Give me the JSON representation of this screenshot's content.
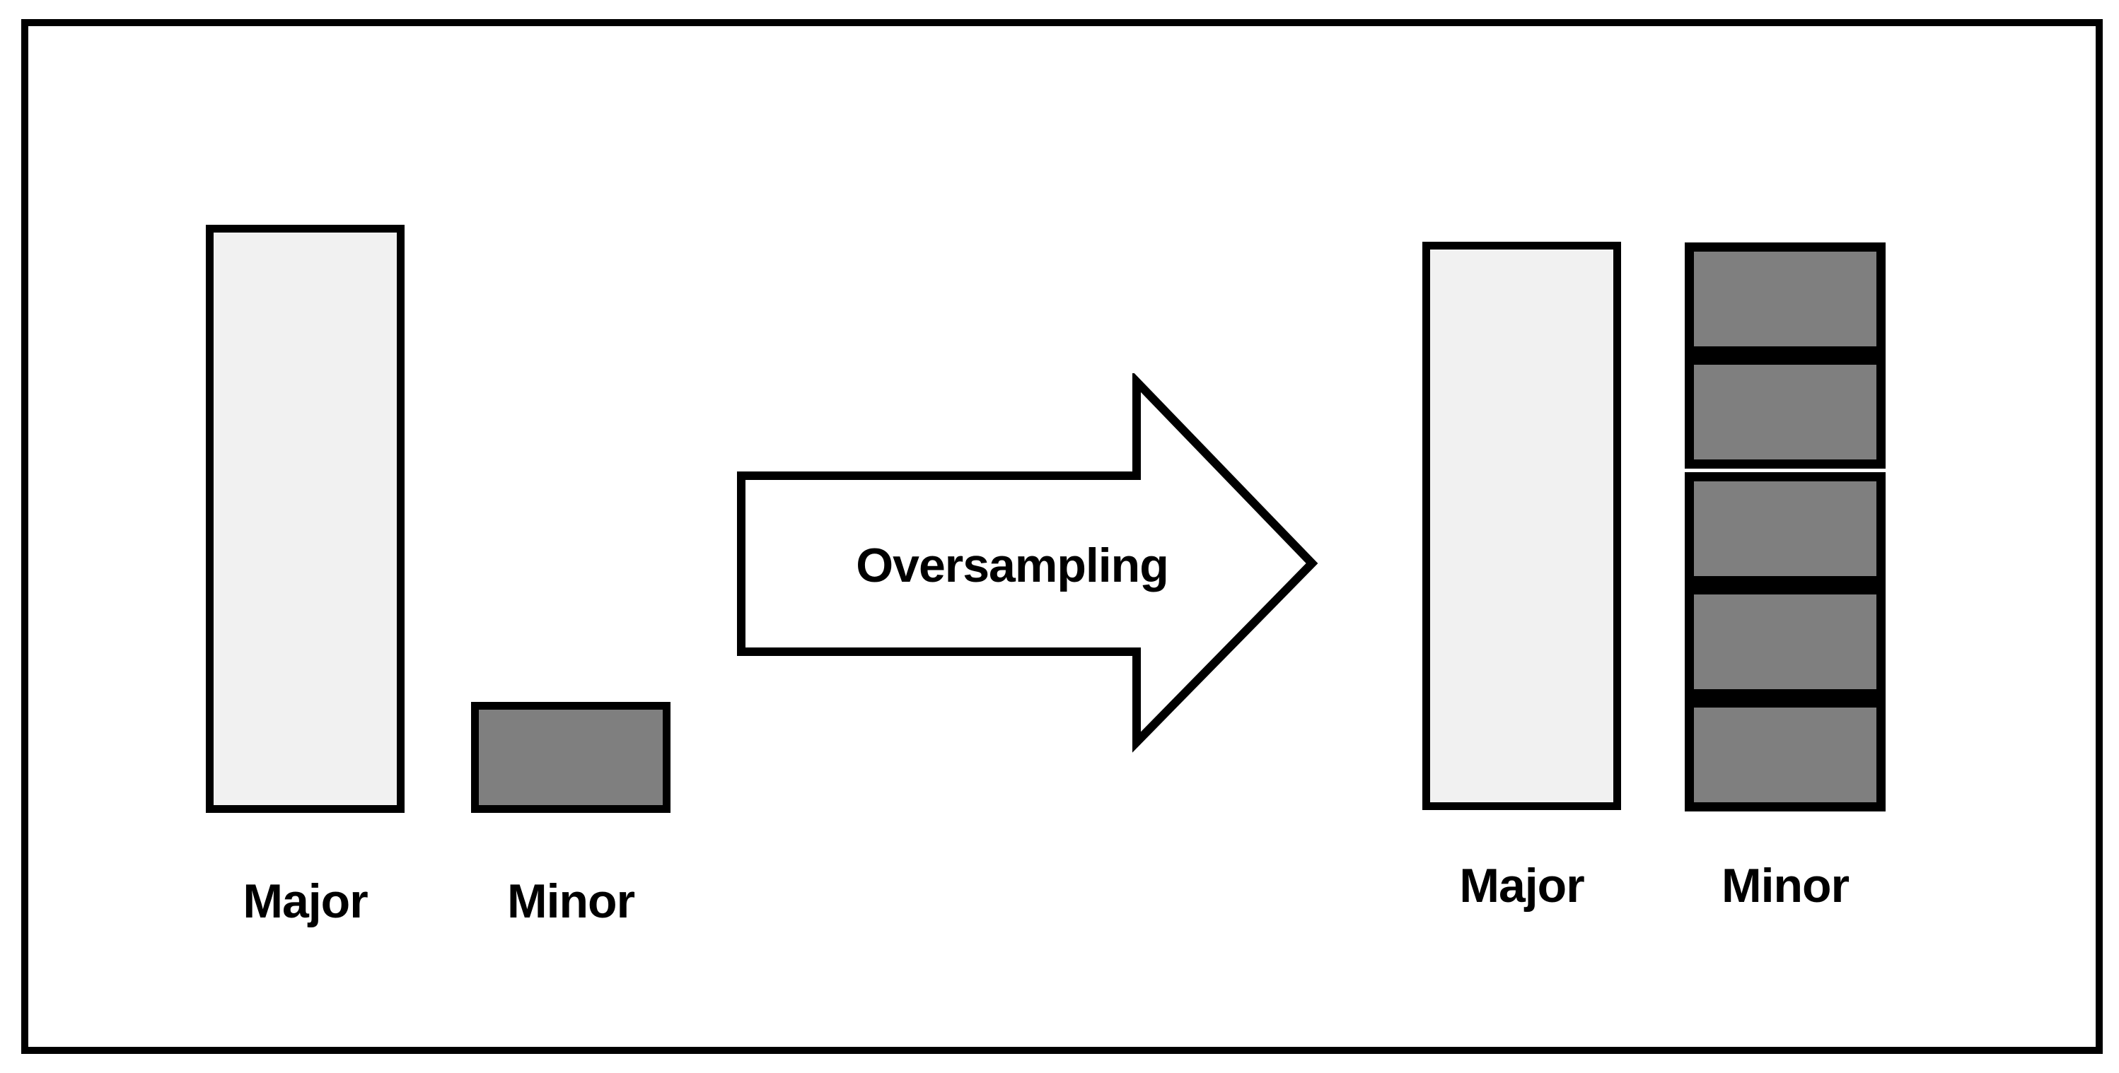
{
  "diagram": {
    "arrow": {
      "label": "Oversampling"
    },
    "before": {
      "major_label": "Major",
      "minor_label": "Minor",
      "minor_block_count": 1
    },
    "after": {
      "major_label": "Major",
      "minor_label": "Minor",
      "minor_block_count": 5
    },
    "colors": {
      "major_fill": "#f1f1f1",
      "minor_fill": "#7f7f7f",
      "outline": "#000000",
      "background": "#ffffff"
    }
  }
}
